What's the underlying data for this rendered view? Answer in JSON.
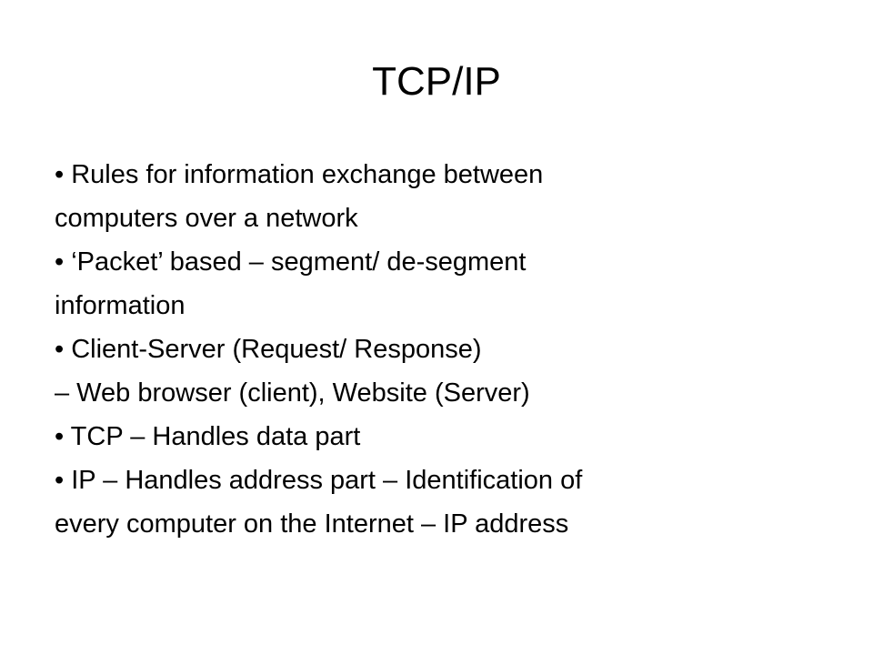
{
  "slide": {
    "title": "TCP/IP",
    "lines": [
      "• Rules for information exchange between",
      "computers over a network",
      "• ‘Packet’ based – segment/ de-segment",
      "information",
      "• Client-Server (Request/ Response)",
      "– Web browser (client), Website (Server)",
      "• TCP – Handles data part",
      "• IP – Handles address part – Identification of",
      "every computer on the Internet – IP address"
    ]
  }
}
